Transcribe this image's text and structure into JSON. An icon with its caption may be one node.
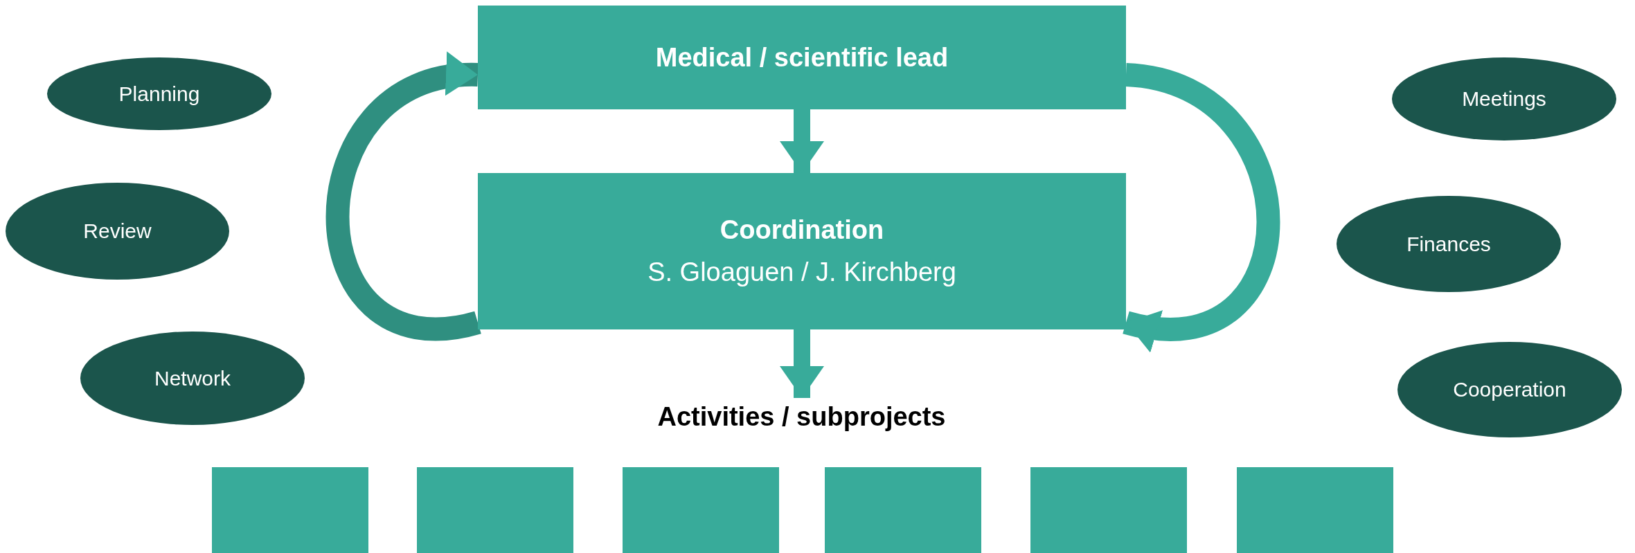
{
  "diagram": {
    "nodes": [
      {
        "text": [
          "Planning"
        ]
      },
      {
        "text": [
          "Medical / scientific lead"
        ]
      },
      {
        "text": [
          "Meetings"
        ]
      },
      {
        "text": [
          "Review"
        ]
      },
      {
        "text": [
          "Coordination",
          "S. Gloaguen / J. Kirchberg"
        ]
      },
      {
        "text": [
          "Finances"
        ]
      },
      {
        "text": [
          "Network"
        ]
      },
      {
        "text": [
          "Cooperation"
        ]
      },
      {
        "text": [
          "Activities / subprojects"
        ]
      },
      {
        "text": [],
        "shape": "box"
      },
      {
        "text": [],
        "shape": "box"
      },
      {
        "text": [],
        "shape": "box"
      },
      {
        "text": [],
        "shape": "box"
      },
      {
        "text": [],
        "shape": "box"
      },
      {
        "text": [],
        "shape": "box"
      }
    ],
    "edges": [
      {
        "from": 1,
        "to": 4,
        "arrow": "to"
      },
      {
        "from": 4,
        "to": 8,
        "arrow": "to"
      },
      {
        "from": 4,
        "to": 1,
        "arrow": "to"
      },
      {
        "from": 1,
        "to": 4,
        "arrow": "to"
      }
    ]
  }
}
